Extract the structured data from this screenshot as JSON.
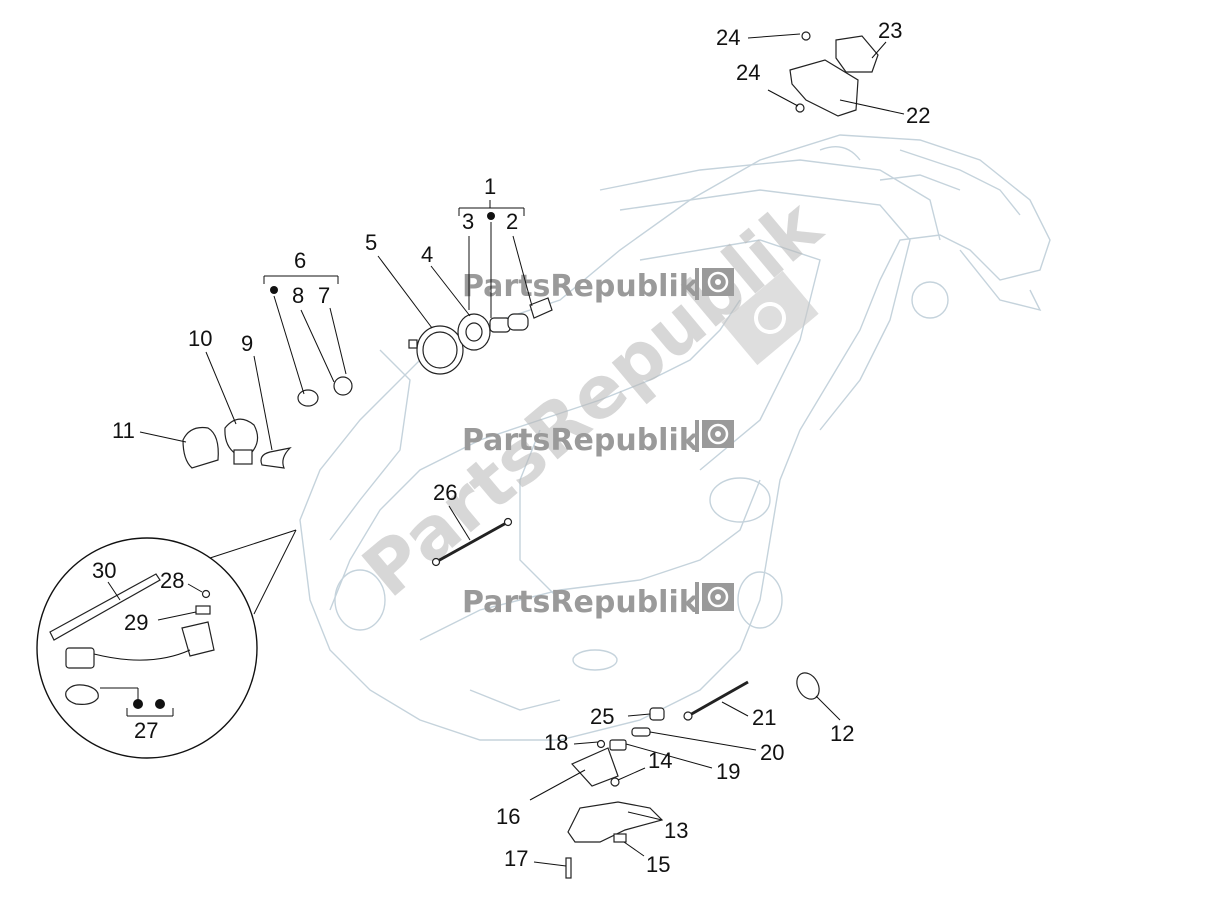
{
  "watermark": {
    "brand": "PartsRepublik",
    "gear_icon": "gear-icon"
  },
  "callouts": [
    {
      "id": "c1",
      "label": "1"
    },
    {
      "id": "c2",
      "label": "2"
    },
    {
      "id": "c3",
      "label": "3"
    },
    {
      "id": "c4",
      "label": "4"
    },
    {
      "id": "c5",
      "label": "5"
    },
    {
      "id": "c6",
      "label": "6"
    },
    {
      "id": "c7",
      "label": "7"
    },
    {
      "id": "c8",
      "label": "8"
    },
    {
      "id": "c9",
      "label": "9"
    },
    {
      "id": "c10",
      "label": "10"
    },
    {
      "id": "c11",
      "label": "11"
    },
    {
      "id": "c12",
      "label": "12"
    },
    {
      "id": "c13",
      "label": "13"
    },
    {
      "id": "c14",
      "label": "14"
    },
    {
      "id": "c15",
      "label": "15"
    },
    {
      "id": "c16",
      "label": "16"
    },
    {
      "id": "c17",
      "label": "17"
    },
    {
      "id": "c18",
      "label": "18"
    },
    {
      "id": "c19",
      "label": "19"
    },
    {
      "id": "c20",
      "label": "20"
    },
    {
      "id": "c21",
      "label": "21"
    },
    {
      "id": "c22",
      "label": "22"
    },
    {
      "id": "c23",
      "label": "23"
    },
    {
      "id": "c24a",
      "label": "24"
    },
    {
      "id": "c24b",
      "label": "24"
    },
    {
      "id": "c25",
      "label": "25"
    },
    {
      "id": "c26",
      "label": "26"
    },
    {
      "id": "c27",
      "label": "27"
    },
    {
      "id": "c28",
      "label": "28"
    },
    {
      "id": "c29",
      "label": "29"
    },
    {
      "id": "c30",
      "label": "30"
    }
  ]
}
